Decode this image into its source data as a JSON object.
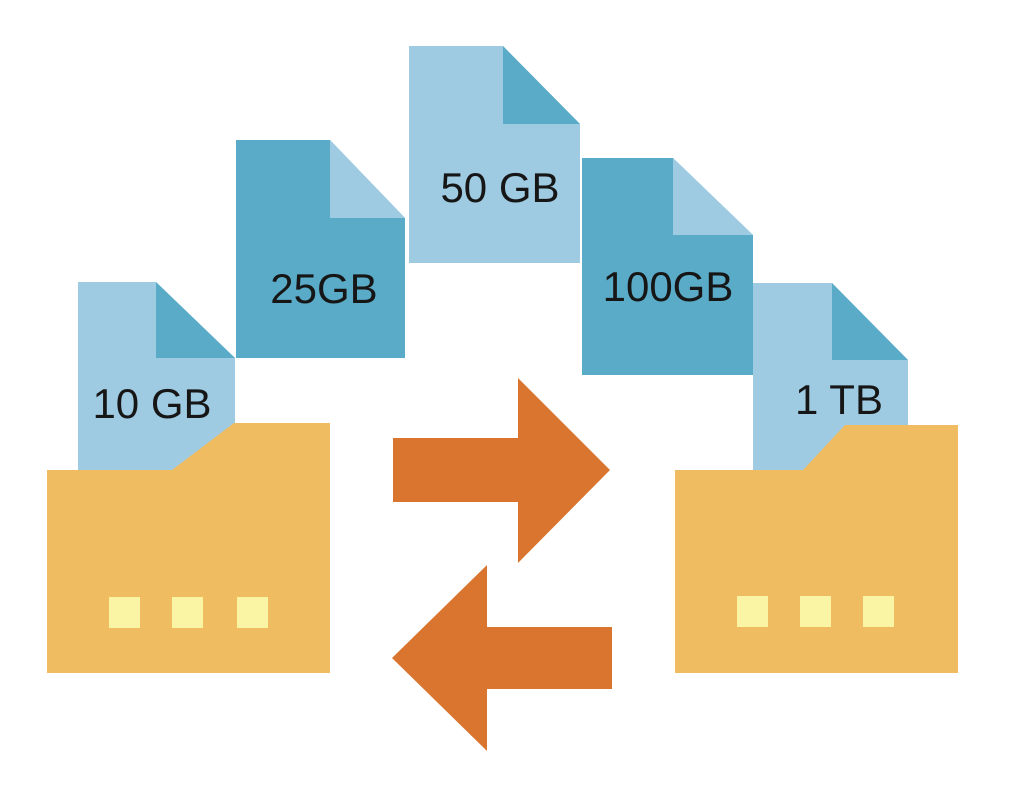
{
  "files": [
    {
      "label": "10 GB",
      "style": "light-body-dark-fold"
    },
    {
      "label": "25GB",
      "style": "dark-body-light-fold"
    },
    {
      "label": "50 GB",
      "style": "light-body-dark-fold"
    },
    {
      "label": "100GB",
      "style": "dark-body-light-fold"
    },
    {
      "label": "1 TB",
      "style": "light-body-dark-fold"
    }
  ],
  "icons": {
    "files": "document-icon",
    "left_folder": "folder-icon",
    "right_folder": "folder-icon",
    "arrow_right": "transfer-right-arrow-icon",
    "arrow_left": "transfer-left-arrow-icon"
  },
  "palette": {
    "background": "#ffffff",
    "file_light": "#9fcbe2",
    "file_dark": "#5aabc8",
    "folder": "#efbc62",
    "folder_detail": "#faf5a5",
    "arrow": "#d9752f",
    "label_text": "#161616"
  }
}
